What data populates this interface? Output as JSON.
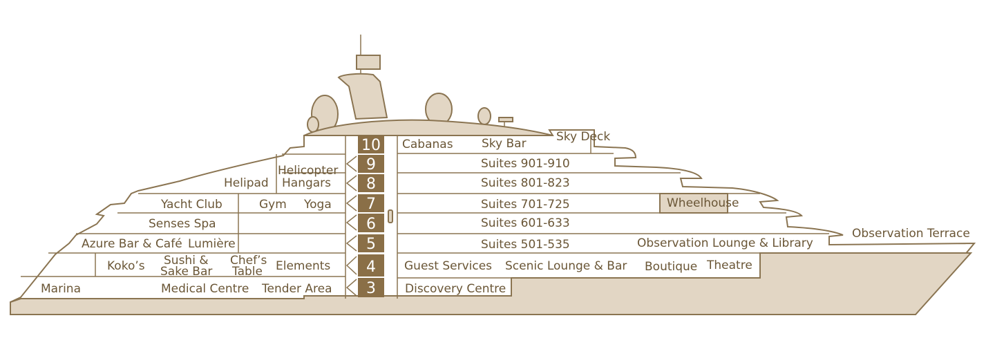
{
  "colors": {
    "outline": "#8a7451",
    "hull_fill": "#e2d6c4",
    "deck_number_bg": "#8a6f47",
    "text": "#6a5636"
  },
  "decks": [
    "10",
    "9",
    "8",
    "7",
    "6",
    "5",
    "4",
    "3"
  ],
  "labels": {
    "sky_deck": "Sky Deck",
    "cabanas": "Cabanas",
    "sky_bar": "Sky Bar",
    "suites_9": "Suites 901-910",
    "helicopter": "Helicopter",
    "hangars": "Hangars",
    "helipad": "Helipad",
    "suites_8": "Suites 801-823",
    "yacht_club": "Yacht Club",
    "gym": "Gym",
    "yoga": "Yoga",
    "suites_7": "Suites 701-725",
    "wheelhouse": "Wheelhouse",
    "senses_spa": "Senses Spa",
    "suites_6": "Suites 601-633",
    "observation_terrace": "Observation Terrace",
    "azure_bar": "Azure Bar & Café",
    "lumiere": "Lumière",
    "suites_5": "Suites 501-535",
    "observation_lounge": "Observation Lounge & Library",
    "kokos": "Koko’s",
    "sushi_1": "Sushi &",
    "sushi_2": "Sake Bar",
    "chefs_1": "Chef’s",
    "chefs_2": "Table",
    "elements": "Elements",
    "guest_services": "Guest Services",
    "scenic_lounge": "Scenic Lounge & Bar",
    "boutique": "Boutique",
    "theatre": "Theatre",
    "marina": "Marina",
    "medical": "Medical Centre",
    "tender": "Tender Area",
    "discovery": "Discovery Centre"
  }
}
